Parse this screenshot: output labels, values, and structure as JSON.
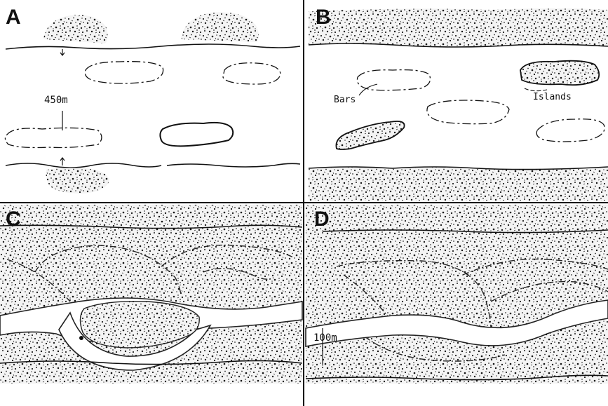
{
  "panels": {
    "a": {
      "letter": "A",
      "scale_label": "450m"
    },
    "b": {
      "letter": "B",
      "bars_label": "Bars",
      "islands_label": "Islands"
    },
    "c": {
      "letter": "C"
    },
    "d": {
      "letter": "D",
      "scale_label": "100m"
    }
  },
  "colors": {
    "ink": "#111111",
    "paper": "#ffffff"
  }
}
